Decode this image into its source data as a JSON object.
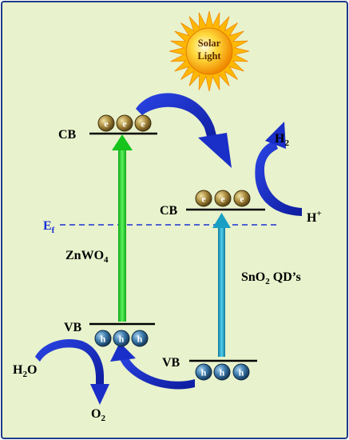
{
  "sun": {
    "line1": "Solar",
    "line2": "Light"
  },
  "zno_band": {
    "cb_label": "CB",
    "vb_label": "VB",
    "material": "ZnWO",
    "material_sub": "4"
  },
  "sno_band": {
    "cb_label": "CB",
    "vb_label": "VB",
    "material": "SnO",
    "material_sub": "2",
    "material_suffix": " QD’s"
  },
  "fermi": {
    "symbol": "E",
    "sub": "f"
  },
  "electron_symbol": "e",
  "hole_symbol": "h",
  "species": {
    "h2": "H",
    "h2_sub": "2",
    "hplus": "H",
    "hplus_sup": "+",
    "h2o_a": "H",
    "h2o_sub": "2",
    "h2o_b": "O",
    "o2": "O",
    "o2_sub": "2"
  },
  "colors": {
    "background": "#e8f2cc",
    "border": "#1f3c88",
    "arrow_curve": "#1a2ec8",
    "zno_arrow": "#1fd12a",
    "sno_arrow": "#1ba3c4",
    "fermi_line": "#1a2fd6",
    "electron": "#8b7233",
    "hole": "#2a5d86"
  }
}
